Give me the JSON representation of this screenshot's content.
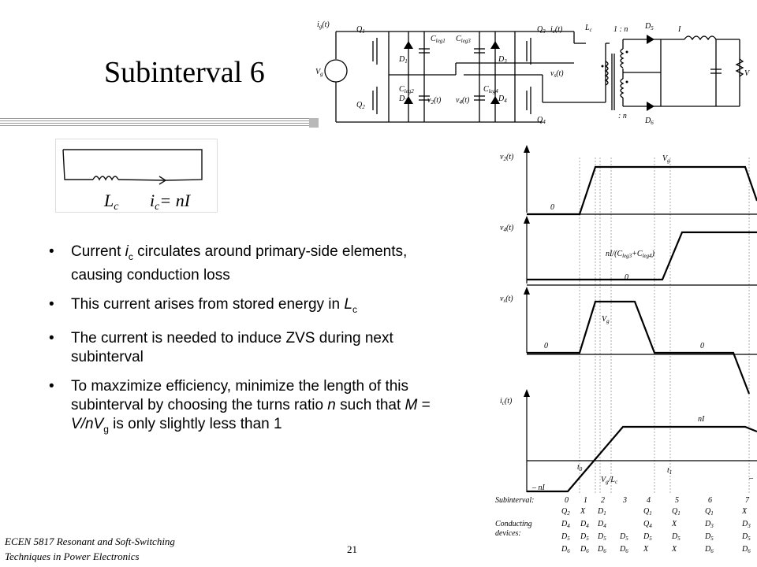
{
  "slide": {
    "title": "Subinterval 6",
    "footer_line1": "ECEN 5817  Resonant and Soft-Switching",
    "footer_line2": "Techniques in Power Electronics",
    "page_number": "21"
  },
  "sketch": {
    "label_l": "L",
    "label_l_sub": "c",
    "label_i": "i",
    "label_i_sub": "c",
    "label_eq": "= nI"
  },
  "bullets": [
    {
      "t1": "Current ",
      "i1": "i",
      "s1": "c",
      "t2": " circulates around primary-side elements, causing conduction loss"
    },
    {
      "t1": "This current arises from stored energy in ",
      "i1": "L",
      "s1": "c"
    },
    {
      "t1": "The current is needed to induce ZVS during next subinterval"
    },
    {
      "t1": "To maxzimize efficiency, minimize the length of this subinterval by choosing the turns ratio ",
      "i1": "n",
      "t2": " such that ",
      "i2": "M",
      "t3": " = ",
      "i3": "V/nV",
      "s3": "g",
      "t4": " is only slightly less than 1"
    }
  ],
  "circuit": {
    "ig": "i",
    "ig_sub": "g",
    "ig_t": "(t)",
    "vg": "V",
    "vg_sub": "g",
    "q1": "Q",
    "q1_sub": "1",
    "q2": "Q",
    "q2_sub": "2",
    "q3": "Q",
    "q3_sub": "3",
    "q4": "Q",
    "q4_sub": "4",
    "d1": "D",
    "d1_sub": "1",
    "d2": "D",
    "d2_sub": "2",
    "d3": "D",
    "d3_sub": "3",
    "d4": "D",
    "d4_sub": "4",
    "d5": "D",
    "d5_sub": "5",
    "d6": "D",
    "d6_sub": "6",
    "cleg1": "C",
    "cleg1_sub": "leg1",
    "cleg2": "C",
    "cleg2_sub": "leg2",
    "cleg3": "C",
    "cleg3_sub": "leg3",
    "cleg4": "C",
    "cleg4_sub": "leg4",
    "v2": "v",
    "v2_sub": "2",
    "v2_t": "(t)",
    "v4": "v",
    "v4_sub": "4",
    "v4_t": "(t)",
    "vs": "v",
    "vs_sub": "s",
    "vs_t": "(t)",
    "ic": "i",
    "ic_sub": "c",
    "ic_t": "(t)",
    "lc": "L",
    "lc_sub": "c",
    "ratio": "1 : n",
    "ratio2": ": n",
    "i_out": "I",
    "v_out": "V"
  },
  "waveforms": {
    "v2_label": "v",
    "v2_sub": "2",
    "v2_t": "(t)",
    "v2_vg": "V",
    "v2_vg_sub": "g",
    "v2_zero": "0",
    "v4_label": "v",
    "v4_sub": "4",
    "v4_t": "(t)",
    "v4_slope": "nI/(C",
    "v4_slope_sub1": "leg3",
    "v4_slope_mid": "+C",
    "v4_slope_sub2": "leg4",
    "v4_slope_end": ")",
    "v4_zero": "0",
    "vs_label": "v",
    "vs_sub": "s",
    "vs_t": "(t)",
    "vs_vg": "V",
    "vs_vg_sub": "g",
    "vs_zero1": "0",
    "vs_zero2": "0",
    "ic_label": "i",
    "ic_sub": "c",
    "ic_t": "(t)",
    "ic_ni": "nI",
    "ic_neg": "– nI",
    "ic_neg_right": "–",
    "t0": "t",
    "t0_sub": "0",
    "t1": "t",
    "t1_sub": "1",
    "slope": "V",
    "slope_sub": "g",
    "slope_end": "/L",
    "slope_sub2": "c",
    "subinterval_label": "Subinterval:",
    "conducting_label1": "Conducting",
    "conducting_label2": "devices:",
    "subintervals": [
      "0",
      "1",
      "2",
      "3",
      "4",
      "5",
      "6",
      "7"
    ],
    "row1": [
      {
        "t": "Q",
        "s": "2"
      },
      {
        "t": "X",
        "s": ""
      },
      {
        "t": "D",
        "s": "1"
      },
      {
        "t": "",
        "s": ""
      },
      {
        "t": "Q",
        "s": "1"
      },
      {
        "t": "Q",
        "s": "1"
      },
      {
        "t": "Q",
        "s": "1"
      },
      {
        "t": "X",
        "s": ""
      }
    ],
    "row2": [
      {
        "t": "D",
        "s": "4"
      },
      {
        "t": "D",
        "s": "4"
      },
      {
        "t": "D",
        "s": "4"
      },
      {
        "t": "",
        "s": ""
      },
      {
        "t": "Q",
        "s": "4"
      },
      {
        "t": "X",
        "s": ""
      },
      {
        "t": "D",
        "s": "3"
      },
      {
        "t": "D",
        "s": "3"
      }
    ],
    "row3": [
      {
        "t": "D",
        "s": "5"
      },
      {
        "t": "D",
        "s": "5"
      },
      {
        "t": "D",
        "s": "5"
      },
      {
        "t": "D",
        "s": "5"
      },
      {
        "t": "D",
        "s": "5"
      },
      {
        "t": "D",
        "s": "5"
      },
      {
        "t": "D",
        "s": "5"
      },
      {
        "t": "D",
        "s": "5"
      }
    ],
    "row4": [
      {
        "t": "D",
        "s": "6"
      },
      {
        "t": "D",
        "s": "6"
      },
      {
        "t": "D",
        "s": "6"
      },
      {
        "t": "D",
        "s": "6"
      },
      {
        "t": "X",
        "s": ""
      },
      {
        "t": "X",
        "s": ""
      },
      {
        "t": "D",
        "s": "6"
      },
      {
        "t": "D",
        "s": "6"
      }
    ]
  }
}
